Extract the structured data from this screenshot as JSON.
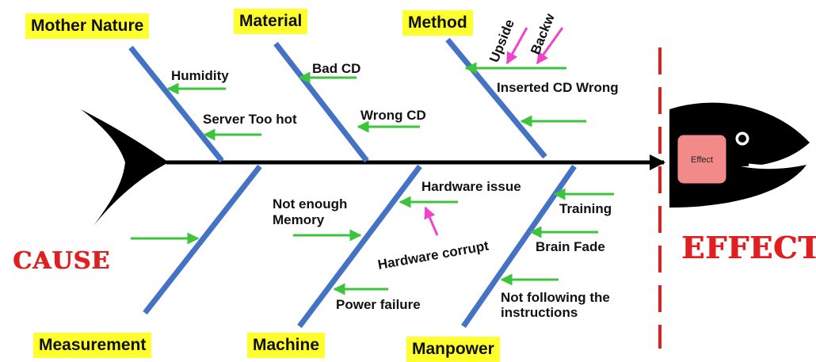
{
  "diagram": {
    "categories": {
      "mother_nature": "Mother Nature",
      "material": "Material",
      "method": "Method",
      "measurement": "Measurement",
      "machine": "Machine",
      "manpower": "Manpower"
    },
    "causes": {
      "humidity": "Humidity",
      "server_too_hot": "Server Too hot",
      "bad_cd": "Bad CD",
      "wrong_cd": "Wrong CD",
      "upside": "Upside",
      "backw": "Backw",
      "inserted_cd_wrong": "Inserted CD Wrong",
      "not_enough_memory_line1": "Not enough",
      "not_enough_memory_line2": "Memory",
      "hardware_issue": "Hardware issue",
      "hardware_corrupt": "Hardware corrupt",
      "power_failure": "Power failure",
      "training": "Training",
      "brain_fade": "Brain Fade",
      "not_following_line1": "Not following the",
      "not_following_line2": "instructions"
    },
    "cause_title": "CAUSE",
    "effect_title": "EFFECT",
    "effect_box": "Effect"
  }
}
